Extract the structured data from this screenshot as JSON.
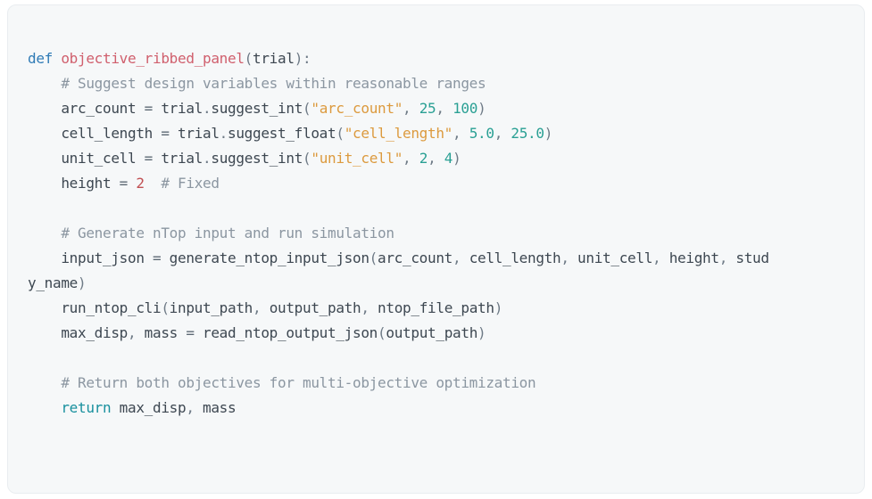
{
  "colors": {
    "background_page": "#ffffff",
    "background_code": "#f6f8f9",
    "border_code": "#e9edf0",
    "plain": "#3d4751",
    "keyword": "#2f7bb6",
    "keyword2": "#18909e",
    "function": "#d05f6d",
    "string": "#dc9a3e",
    "number": "#2aa094",
    "number_alt": "#c14f52",
    "comment": "#8b96a1",
    "punctuation": "#6f7b87",
    "operator": "#5d6974"
  },
  "code": {
    "language": "python",
    "lines": [
      [
        [
          "kw",
          "def"
        ],
        [
          "pln",
          " "
        ],
        [
          "fn",
          "objective_ribbed_panel"
        ],
        [
          "pun",
          "("
        ],
        [
          "pln",
          "trial"
        ],
        [
          "pun",
          "):"
        ]
      ],
      [
        [
          "pln",
          "    "
        ],
        [
          "com",
          "# Suggest design variables within reasonable ranges"
        ]
      ],
      [
        [
          "pln",
          "    arc_count "
        ],
        [
          "op",
          "="
        ],
        [
          "pln",
          " trial"
        ],
        [
          "pun",
          "."
        ],
        [
          "pln",
          "suggest_int"
        ],
        [
          "pun",
          "("
        ],
        [
          "str",
          "\"arc_count\""
        ],
        [
          "pun",
          ", "
        ],
        [
          "num",
          "25"
        ],
        [
          "pun",
          ", "
        ],
        [
          "num",
          "100"
        ],
        [
          "pun",
          ")"
        ]
      ],
      [
        [
          "pln",
          "    cell_length "
        ],
        [
          "op",
          "="
        ],
        [
          "pln",
          " trial"
        ],
        [
          "pun",
          "."
        ],
        [
          "pln",
          "suggest_float"
        ],
        [
          "pun",
          "("
        ],
        [
          "str",
          "\"cell_length\""
        ],
        [
          "pun",
          ", "
        ],
        [
          "num",
          "5.0"
        ],
        [
          "pun",
          ", "
        ],
        [
          "num",
          "25.0"
        ],
        [
          "pun",
          ")"
        ]
      ],
      [
        [
          "pln",
          "    unit_cell "
        ],
        [
          "op",
          "="
        ],
        [
          "pln",
          " trial"
        ],
        [
          "pun",
          "."
        ],
        [
          "pln",
          "suggest_int"
        ],
        [
          "pun",
          "("
        ],
        [
          "str",
          "\"unit_cell\""
        ],
        [
          "pun",
          ", "
        ],
        [
          "num",
          "2"
        ],
        [
          "pun",
          ", "
        ],
        [
          "num",
          "4"
        ],
        [
          "pun",
          ")"
        ]
      ],
      [
        [
          "pln",
          "    height "
        ],
        [
          "op",
          "="
        ],
        [
          "pln",
          " "
        ],
        [
          "num2",
          "2"
        ],
        [
          "pln",
          "  "
        ],
        [
          "com",
          "# Fixed"
        ]
      ],
      [],
      [
        [
          "pln",
          "    "
        ],
        [
          "com",
          "# Generate nTop input and run simulation"
        ]
      ],
      [
        [
          "pln",
          "    input_json "
        ],
        [
          "op",
          "="
        ],
        [
          "pln",
          " generate_ntop_input_json"
        ],
        [
          "pun",
          "("
        ],
        [
          "pln",
          "arc_count"
        ],
        [
          "pun",
          ", "
        ],
        [
          "pln",
          "cell_length"
        ],
        [
          "pun",
          ", "
        ],
        [
          "pln",
          "unit_cell"
        ],
        [
          "pun",
          ", "
        ],
        [
          "pln",
          "height"
        ],
        [
          "pun",
          ", "
        ],
        [
          "pln",
          "stud"
        ]
      ],
      [
        [
          "pln",
          "y_name"
        ],
        [
          "pun",
          ")"
        ]
      ],
      [
        [
          "pln",
          "    run_ntop_cli"
        ],
        [
          "pun",
          "("
        ],
        [
          "pln",
          "input_path"
        ],
        [
          "pun",
          ", "
        ],
        [
          "pln",
          "output_path"
        ],
        [
          "pun",
          ", "
        ],
        [
          "pln",
          "ntop_file_path"
        ],
        [
          "pun",
          ")"
        ]
      ],
      [
        [
          "pln",
          "    max_disp"
        ],
        [
          "pun",
          ","
        ],
        [
          "pln",
          " mass "
        ],
        [
          "op",
          "="
        ],
        [
          "pln",
          " read_ntop_output_json"
        ],
        [
          "pun",
          "("
        ],
        [
          "pln",
          "output_path"
        ],
        [
          "pun",
          ")"
        ]
      ],
      [],
      [
        [
          "pln",
          "    "
        ],
        [
          "com",
          "# Return both objectives for multi-objective optimization"
        ]
      ],
      [
        [
          "pln",
          "    "
        ],
        [
          "kw2",
          "return"
        ],
        [
          "pln",
          " max_disp"
        ],
        [
          "pun",
          ","
        ],
        [
          "pln",
          " mass"
        ]
      ]
    ]
  }
}
